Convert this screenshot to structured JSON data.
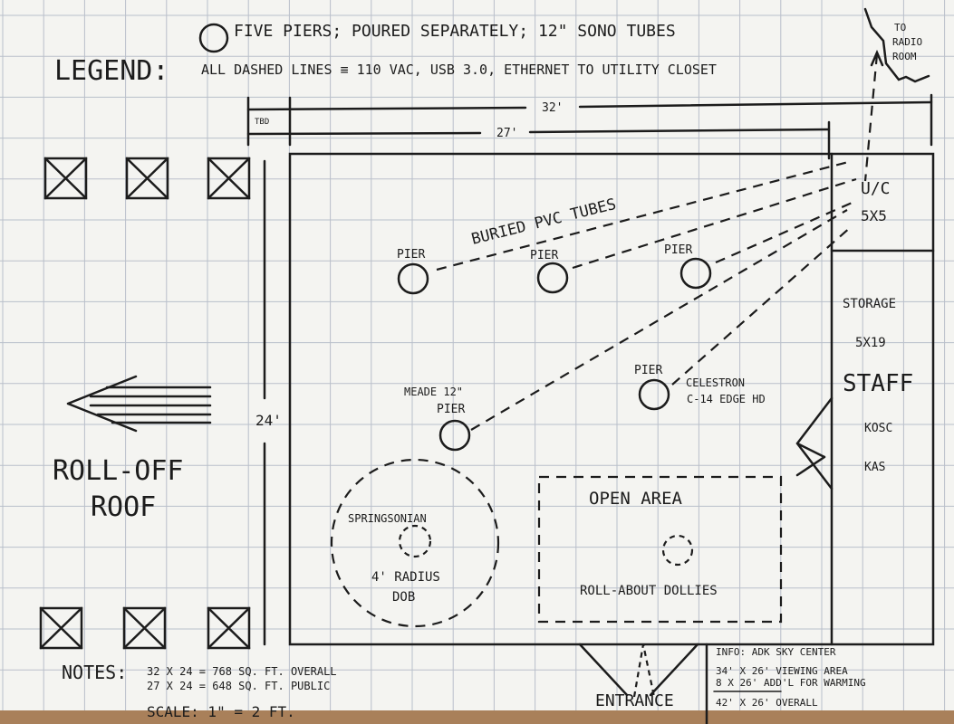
{
  "legend": {
    "title": "LEGEND:",
    "piers_note": "FIVE PIERS; POURED SEPARATELY; 12\" SONO TUBES",
    "dashed_note": "ALL DASHED LINES ≡ 110 VAC, USB 3.0, ETHERNET TO UTILITY CLOSET"
  },
  "radio_room": [
    "TO",
    "RADIO",
    "ROOM"
  ],
  "dimensions": {
    "overall_width": "32'",
    "public_width": "27'",
    "tbd": "TBD",
    "depth": "24'"
  },
  "labels": {
    "buried_pvc": "BURIED   PVC   TUBES",
    "uc": "U/C",
    "uc_size": "5X5",
    "storage": "STORAGE",
    "storage_size": "5X19",
    "staff": "STAFF",
    "kosc": "KOSC",
    "kas": "KAS",
    "pier": "PIER",
    "meade": "MEADE 12\"",
    "celestron_1": "CELESTRON",
    "celestron_2": "C-14 EDGE HD",
    "springsonian": "SPRINGSONIAN",
    "dob_1": "4' RADIUS",
    "dob_2": "DOB",
    "open_area": "OPEN   AREA",
    "dollies": "ROLL-ABOUT DOLLIES",
    "roof_1": "ROLL-OFF",
    "roof_2": "ROOF",
    "entrance": "ENTRANCE"
  },
  "notes": {
    "title": "NOTES:",
    "line1": "32 X 24 = 768 SQ. FT.  OVERALL",
    "line2": "27 X 24 = 648 SQ. FT.  PUBLIC",
    "scale": "SCALE:  1\" = 2 FT."
  },
  "info": {
    "line1": "INFO: ADK SKY CENTER",
    "line2": "34' X 26'  VIEWING AREA",
    "line3": "8 X 26'  ADD'L FOR WARMING",
    "line4": "42' X 26'   OVERALL"
  }
}
